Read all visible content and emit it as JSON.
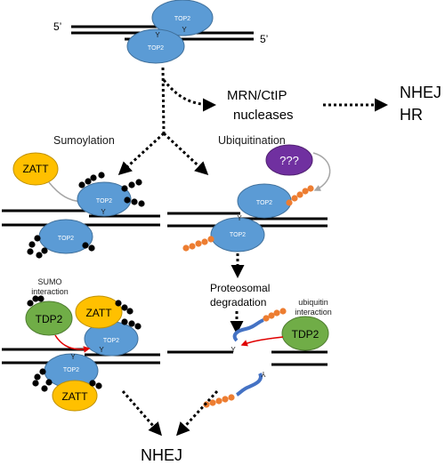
{
  "labels": {
    "five_prime_left": "5’",
    "five_prime_right": "5’",
    "top2": "TOP2",
    "tyrosine": "Y",
    "mrn_line1": "MRN/CtIP",
    "mrn_line2": "nucleases",
    "nhej_right": "NHEJ",
    "hr_right": "HR",
    "sumoylation": "Sumoylation",
    "ubiquitination": "Ubiquitination",
    "zatt": "ZATT",
    "unknown": "???",
    "sumo_line1": "SUMO",
    "sumo_line2": "interaction",
    "tdp2": "TDP2",
    "proteosomal_line1": "Proteosomal",
    "proteosomal_line2": "degradation",
    "ubiquitin_line1": "ubiquitin",
    "ubiquitin_line2": "interaction",
    "nhej_bottom": "NHEJ"
  },
  "colors": {
    "top2": "#5b9bd5",
    "top2_stroke": "#41719c",
    "zatt": "#ffc000",
    "tdp2": "#70ad47",
    "unknown": "#7030a0",
    "sumo": "#000000",
    "ubiquitin": "#ed7d31",
    "red_arrow": "#e00000",
    "gray_arrow": "#a6a6a6",
    "dna": "#000000",
    "peptide": "#4472c4"
  }
}
